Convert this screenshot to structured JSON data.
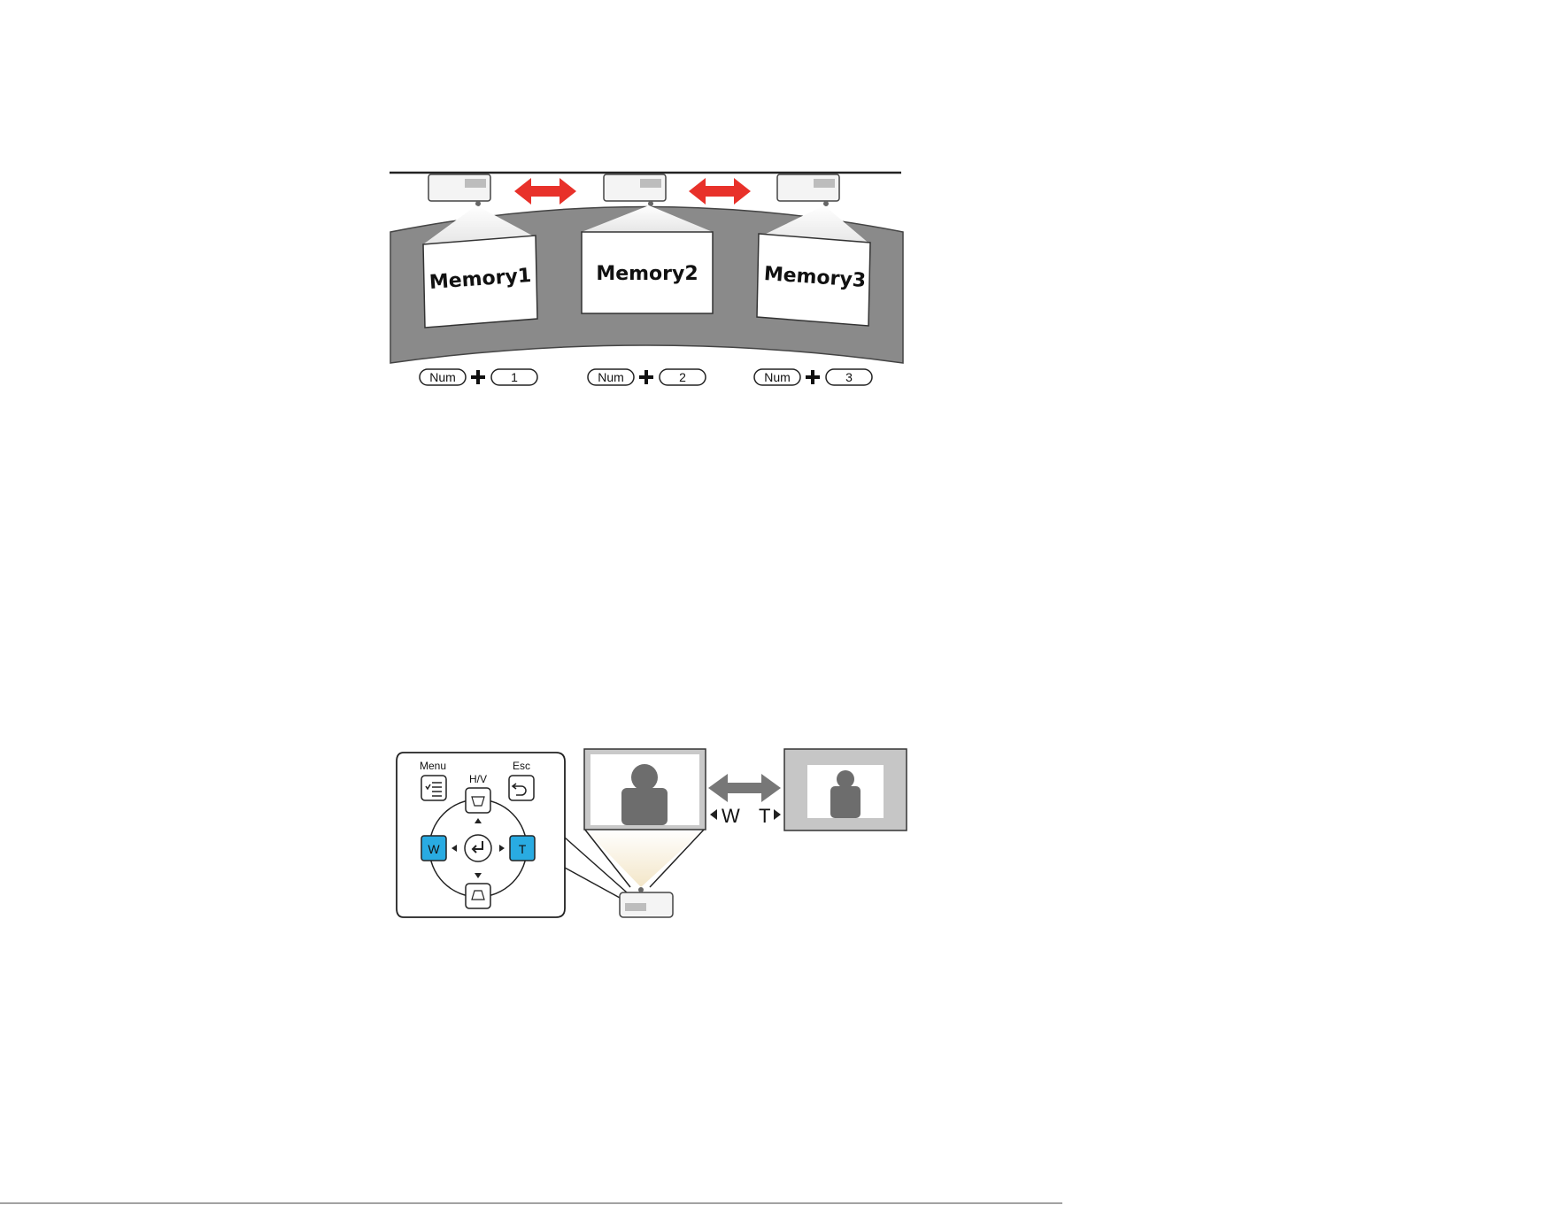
{
  "diagram1": {
    "screens": [
      {
        "label": "Memory1",
        "key_left": "Num",
        "key_right": "1"
      },
      {
        "label": "Memory2",
        "key_left": "Num",
        "key_right": "2"
      },
      {
        "label": "Memory3",
        "key_left": "Num",
        "key_right": "3"
      }
    ],
    "colors": {
      "arrow": "#e8312a",
      "screen_band": "#8a8a8a"
    }
  },
  "diagram2": {
    "remote": {
      "menu_label": "Menu",
      "hv_label": "H/V",
      "esc_label": "Esc",
      "w_label": "W",
      "t_label": "T"
    },
    "zoom_wide_label": "W",
    "zoom_tele_label": "T",
    "colors": {
      "highlight": "#29abe2",
      "arrow": "#777777",
      "figure": "#6d6d6d"
    }
  }
}
